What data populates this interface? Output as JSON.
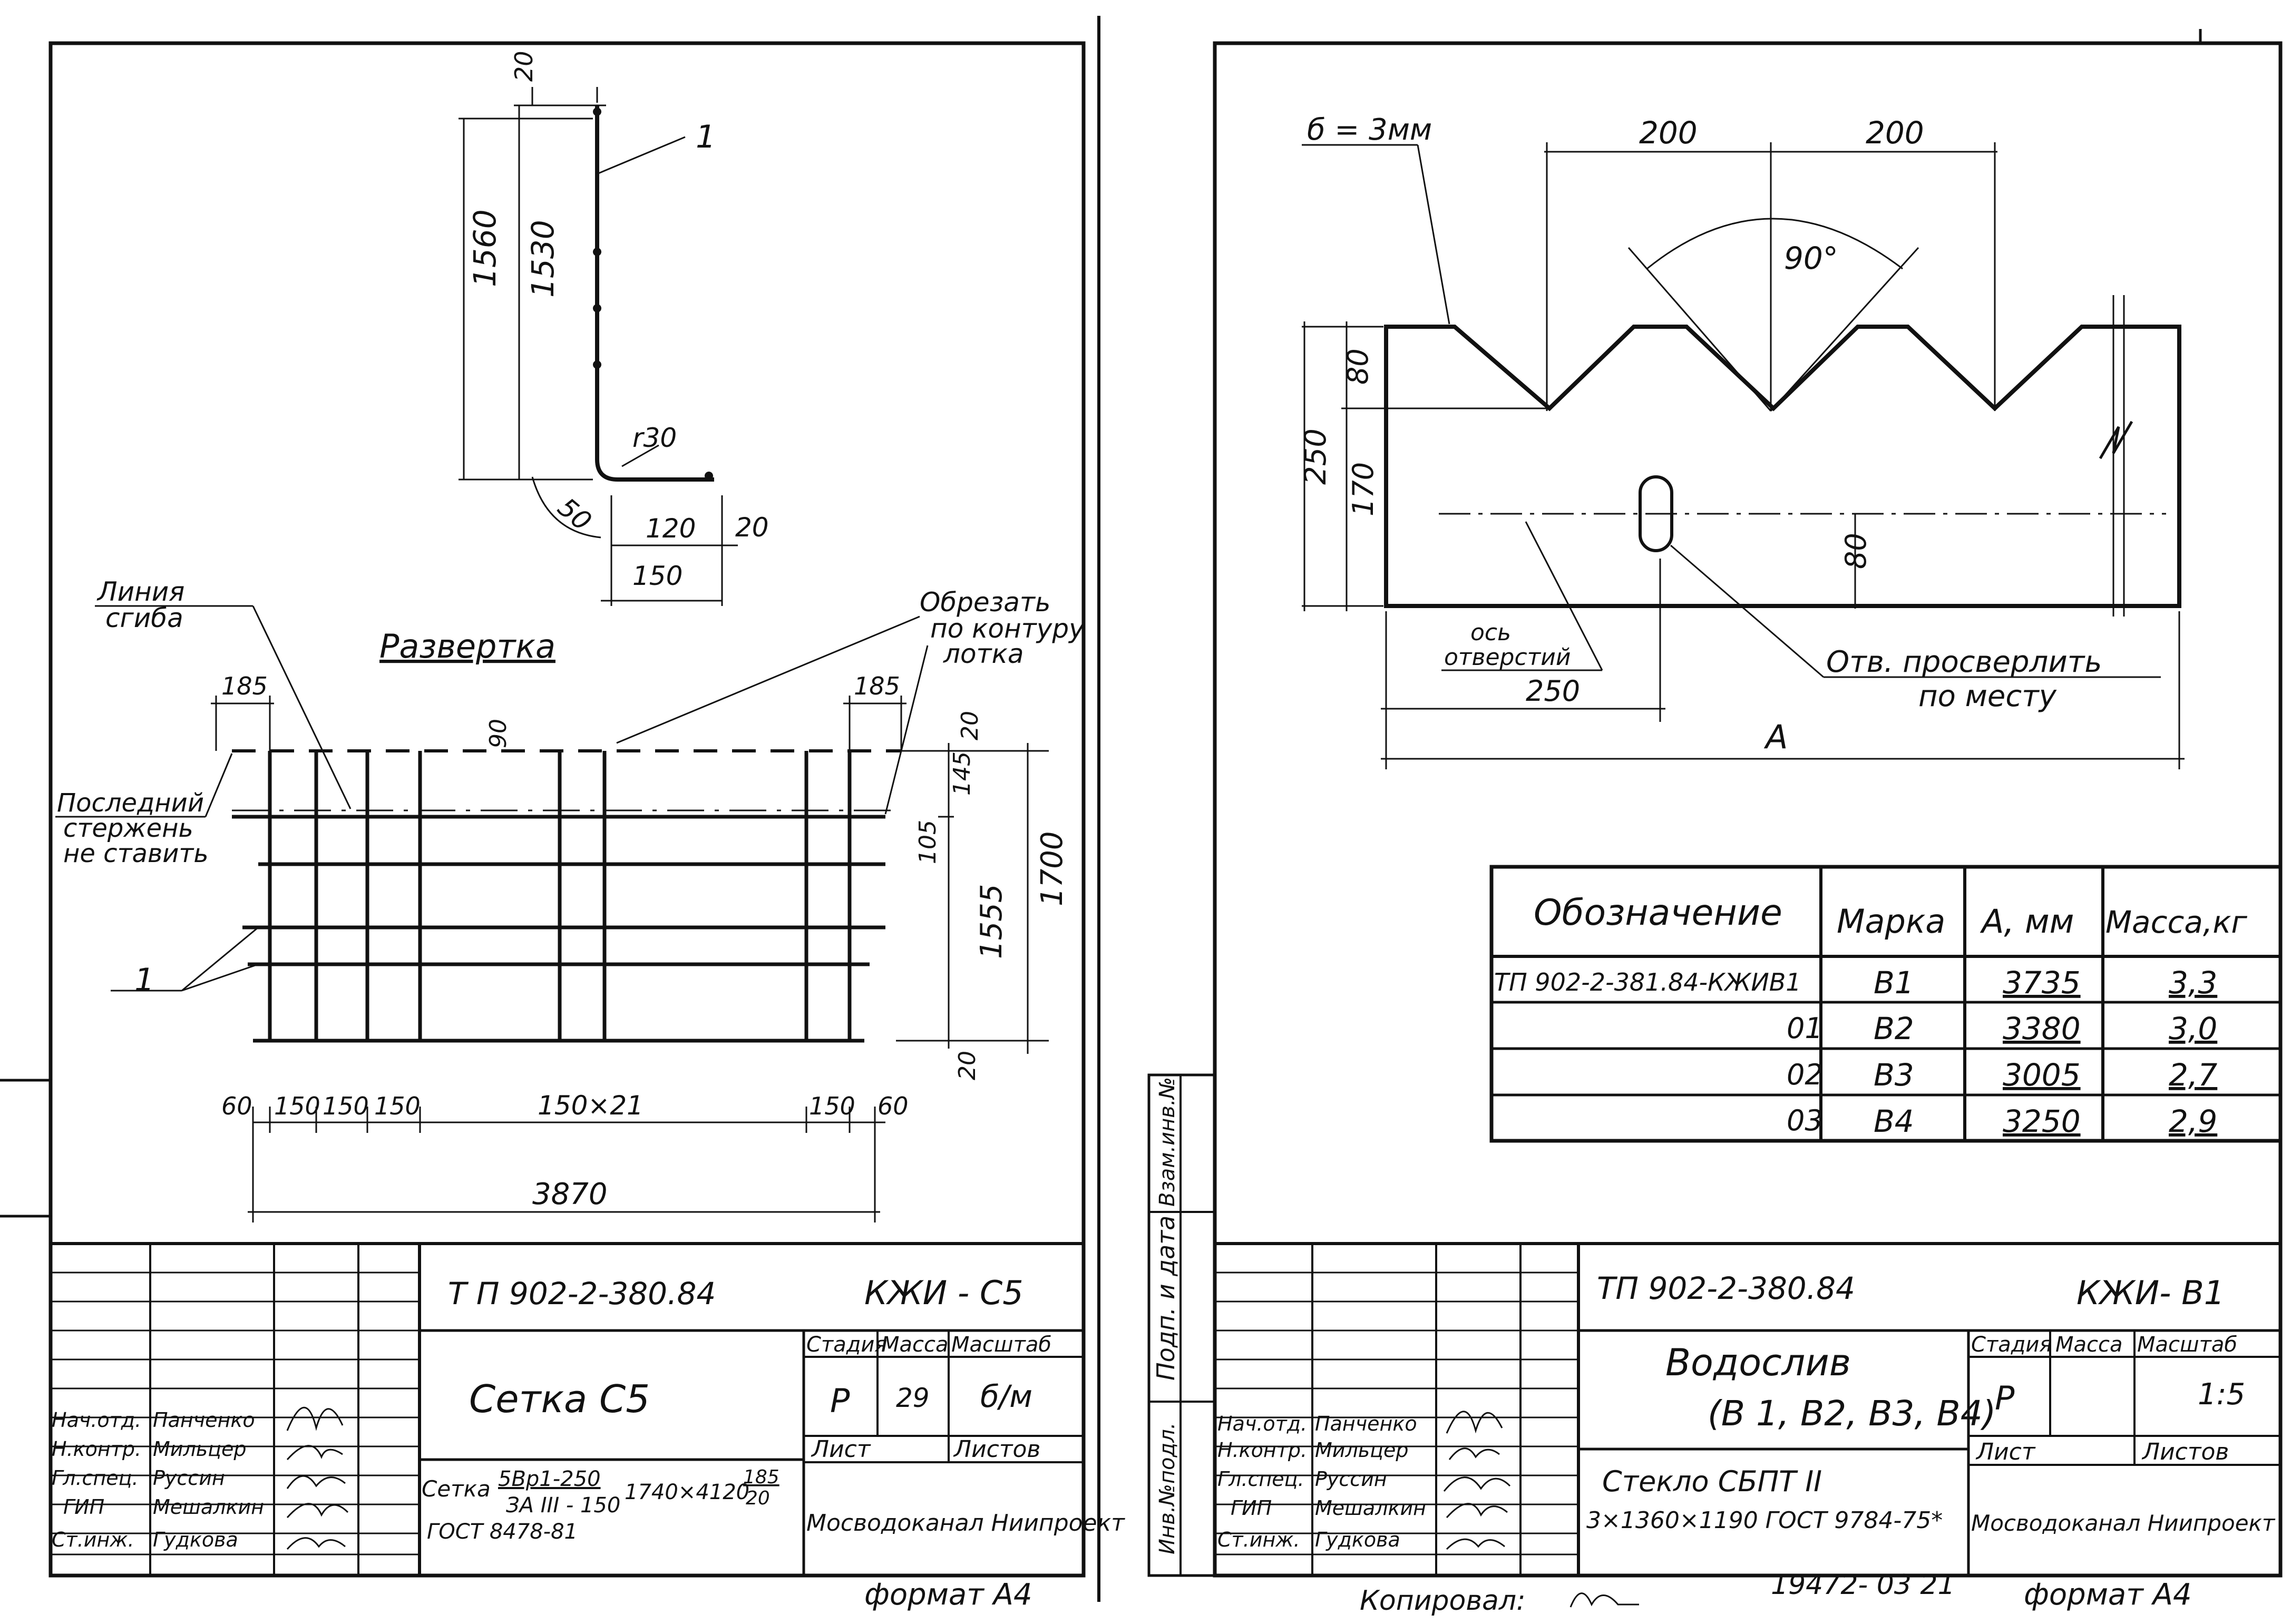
{
  "left_sheet": {
    "top_view": {
      "dims": {
        "d20_top": "20",
        "d1560": "1560",
        "d1530": "1530",
        "r30": "r30",
        "d50": "50",
        "d120": "120",
        "d20_right": "20",
        "d150": "150"
      },
      "callout_1": "1"
    },
    "unfold": {
      "title": "Развертка",
      "bend_line_label": [
        "Линия",
        "сгиба"
      ],
      "last_bar_note": [
        "Последний",
        "стержень",
        "не ставить"
      ],
      "cut_note": [
        "Обрезать",
        "по контуру",
        "лотка"
      ],
      "callout_1": "1",
      "dims": {
        "d185_left": "185",
        "d185_right": "185",
        "d90": "90",
        "d20": "20",
        "d145": "145",
        "d105": "105",
        "d1555": "1555",
        "d1700": "1700",
        "d20_bottom": "20"
      },
      "bottom_dims": [
        "60",
        "150",
        "150",
        "150",
        "150×21",
        "150",
        "60"
      ],
      "total": "3870"
    },
    "title_block": {
      "doc_number": "Т П  902-2-380.84",
      "code": "КЖИ - С5",
      "name": "Сетка   С5",
      "stage_label": "Стадия",
      "mass_label": "Масса",
      "scale_label": "Масштаб",
      "stage": "Р",
      "mass": "29",
      "scale": "б/м",
      "sheet_label": "Лист",
      "sheets_label": "Листов",
      "spec_lines": [
        "Сетка",
        "5Вр1-250",
        "ЗА III - 150",
        "1740×4120",
        "185",
        "20",
        "ГОСТ 8478-81"
      ],
      "org": "Мосводоканал Ниипроект",
      "staff": [
        {
          "role": "Нач.отд.",
          "name": "Панченко"
        },
        {
          "role": "Н.контр.",
          "name": "Мильцер"
        },
        {
          "role": "Гл.спец.",
          "name": "Руссин"
        },
        {
          "role": "ГИП",
          "name": "Мешалкин"
        },
        {
          "role": "Ст.инж.",
          "name": "Гудкова"
        }
      ]
    },
    "format": "формат А4"
  },
  "right_sheet": {
    "weir": {
      "thickness": "б = 3мм",
      "d200a": "200",
      "d200b": "200",
      "angle": "90°",
      "d250": "250",
      "d80": "80",
      "d170": "170",
      "d80_hole": "80",
      "axis_note": [
        "ось",
        "отверстий"
      ],
      "d250_bottom": "250",
      "drill_note": [
        "Отв. просверлить",
        "по месту"
      ],
      "dim_A": "А"
    },
    "table": {
      "headers": [
        "Обозначение",
        "Марка",
        "А, мм",
        "Масса,кг"
      ],
      "rows": [
        [
          "ТП 902-2-381.84-КЖИВ1",
          "В1",
          "3735",
          "3,3"
        ],
        [
          "01",
          "В2",
          "3380",
          "3,0"
        ],
        [
          "02",
          "В3",
          "3005",
          "2,7"
        ],
        [
          "03",
          "В4",
          "3250",
          "2,9"
        ]
      ]
    },
    "side_stamp": [
      "Инв.№подл.",
      "Подп. и дата",
      "Взам.инв.№"
    ],
    "title_block": {
      "doc_number": "ТП  902-2-380.84",
      "code": "КЖИ- В1",
      "name_line1": "Водослив",
      "name_line2": "(В 1, В2, В3, В4)",
      "stage_label": "Стадия",
      "mass_label": "Масса",
      "scale_label": "Масштаб",
      "stage": "Р",
      "scale": "1:5",
      "sheet_label": "Лист",
      "sheets_label": "Листов",
      "spec_line1": "Стекло  СБПТ  II",
      "spec_line2": "3×1360×1190  ГОСТ 9784-75*",
      "org": "Мосводоканал Ниипроект",
      "staff": [
        {
          "role": "Нач.отд.",
          "name": "Панченко"
        },
        {
          "role": "Н.контр.",
          "name": "Мильцер"
        },
        {
          "role": "Гл.спец.",
          "name": "Руссин"
        },
        {
          "role": "ГИП",
          "name": "Мешалкин"
        },
        {
          "role": "Ст.инж.",
          "name": "Гудкова"
        }
      ]
    },
    "copied": "Копировал:",
    "code_footer": "19472- 03  21",
    "format": "формат А4"
  }
}
